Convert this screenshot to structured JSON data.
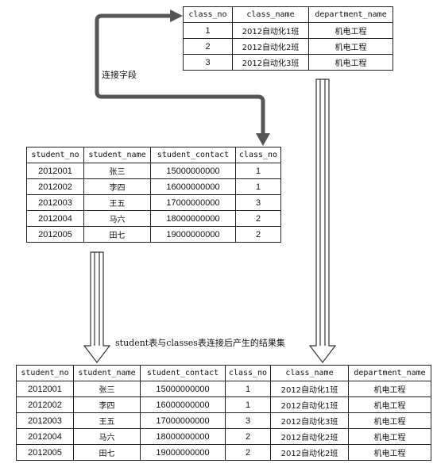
{
  "link_label": "连接字段",
  "result_caption": "student表与classes表连接后产生的结果集",
  "classes": {
    "columns": [
      "class_no",
      "class_name",
      "department_name"
    ],
    "rows": [
      [
        "1",
        "2012自动化1班",
        "机电工程"
      ],
      [
        "2",
        "2012自动化2班",
        "机电工程"
      ],
      [
        "3",
        "2012自动化3班",
        "机电工程"
      ]
    ]
  },
  "students": {
    "columns": [
      "student_no",
      "student_name",
      "student_contact",
      "class_no"
    ],
    "rows": [
      [
        "2012001",
        "张三",
        "15000000000",
        "1"
      ],
      [
        "2012002",
        "李四",
        "16000000000",
        "1"
      ],
      [
        "2012003",
        "王五",
        "17000000000",
        "3"
      ],
      [
        "2012004",
        "马六",
        "18000000000",
        "2"
      ],
      [
        "2012005",
        "田七",
        "19000000000",
        "2"
      ]
    ]
  },
  "result": {
    "columns": [
      "student_no",
      "student_name",
      "student_contact",
      "class_no",
      "class_name",
      "department_name"
    ],
    "rows": [
      [
        "2012001",
        "张三",
        "15000000000",
        "1",
        "2012自动化1班",
        "机电工程"
      ],
      [
        "2012002",
        "李四",
        "16000000000",
        "1",
        "2012自动化1班",
        "机电工程"
      ],
      [
        "2012003",
        "王五",
        "17000000000",
        "3",
        "2012自动化3班",
        "机电工程"
      ],
      [
        "2012004",
        "马六",
        "18000000000",
        "2",
        "2012自动化2班",
        "机电工程"
      ],
      [
        "2012005",
        "田七",
        "19000000000",
        "2",
        "2012自动化2班",
        "机电工程"
      ]
    ]
  }
}
